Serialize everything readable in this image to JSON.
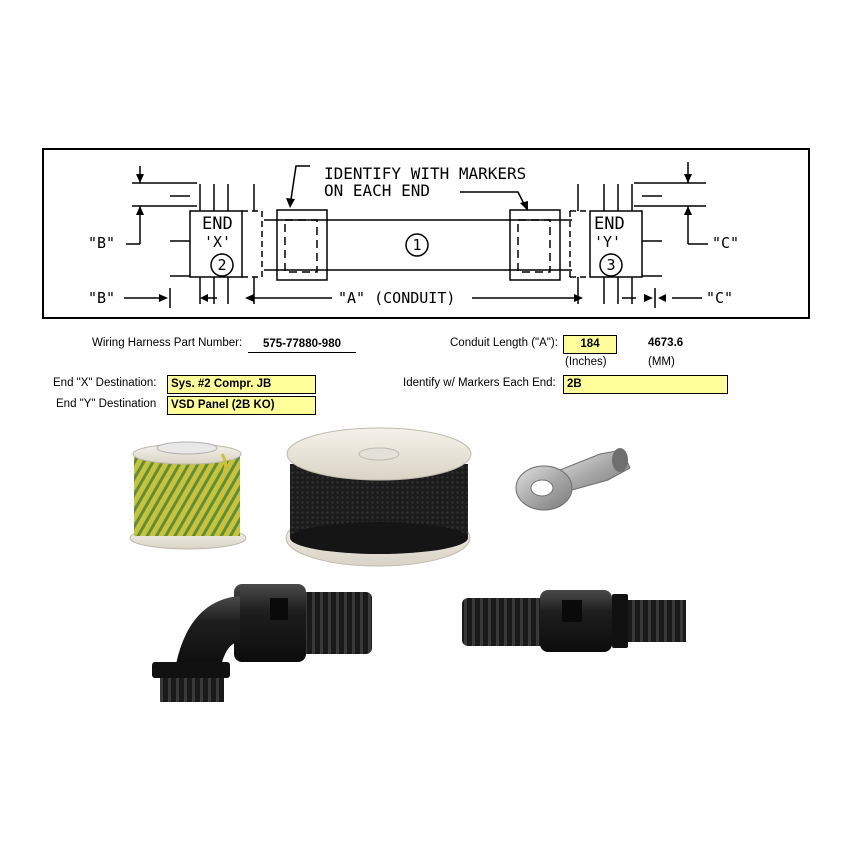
{
  "drawing": {
    "callout_line1": "IDENTIFY WITH MARKERS",
    "callout_line2": "ON EACH END",
    "end_x_title": "END",
    "end_x_letter": "'X'",
    "end_x_number": "2",
    "end_y_title": "END",
    "end_y_letter": "'Y'",
    "end_y_number": "3",
    "center_number": "1",
    "dim_b_left": "\"B\"",
    "dim_b_bottom": "\"B\"",
    "dim_c_right": "\"C\"",
    "dim_c_bottom": "\"C\"",
    "dim_a": "\"A\" (CONDUIT)"
  },
  "form": {
    "part_number_label": "Wiring Harness Part Number:",
    "part_number_value": "575-77880-980",
    "conduit_length_label": "Conduit Length (\"A\"):",
    "conduit_length_inches": "184",
    "conduit_length_mm": "4673.6",
    "inches_unit": "(Inches)",
    "mm_unit": "(MM)",
    "end_x_label": "End \"X\" Destination:",
    "end_x_value": "Sys. #2 Compr. JB",
    "end_y_label": "End \"Y\" Destination",
    "end_y_value": "VSD Panel (2B KO)",
    "markers_label": "Identify w/ Markers Each End:",
    "markers_value": "2B"
  },
  "photos": [
    "yellow-green-wire-spool",
    "black-wire-spool",
    "ring-terminal-lug",
    "elbow-conduit-fitting",
    "straight-conduit-fitting"
  ],
  "colors": {
    "field_fill": "#ffff99",
    "wire_yellow": "#c9c23a",
    "wire_green": "#5d8f3a",
    "wire_black": "#1c1c1c",
    "spool_white": "#eeeae0"
  }
}
